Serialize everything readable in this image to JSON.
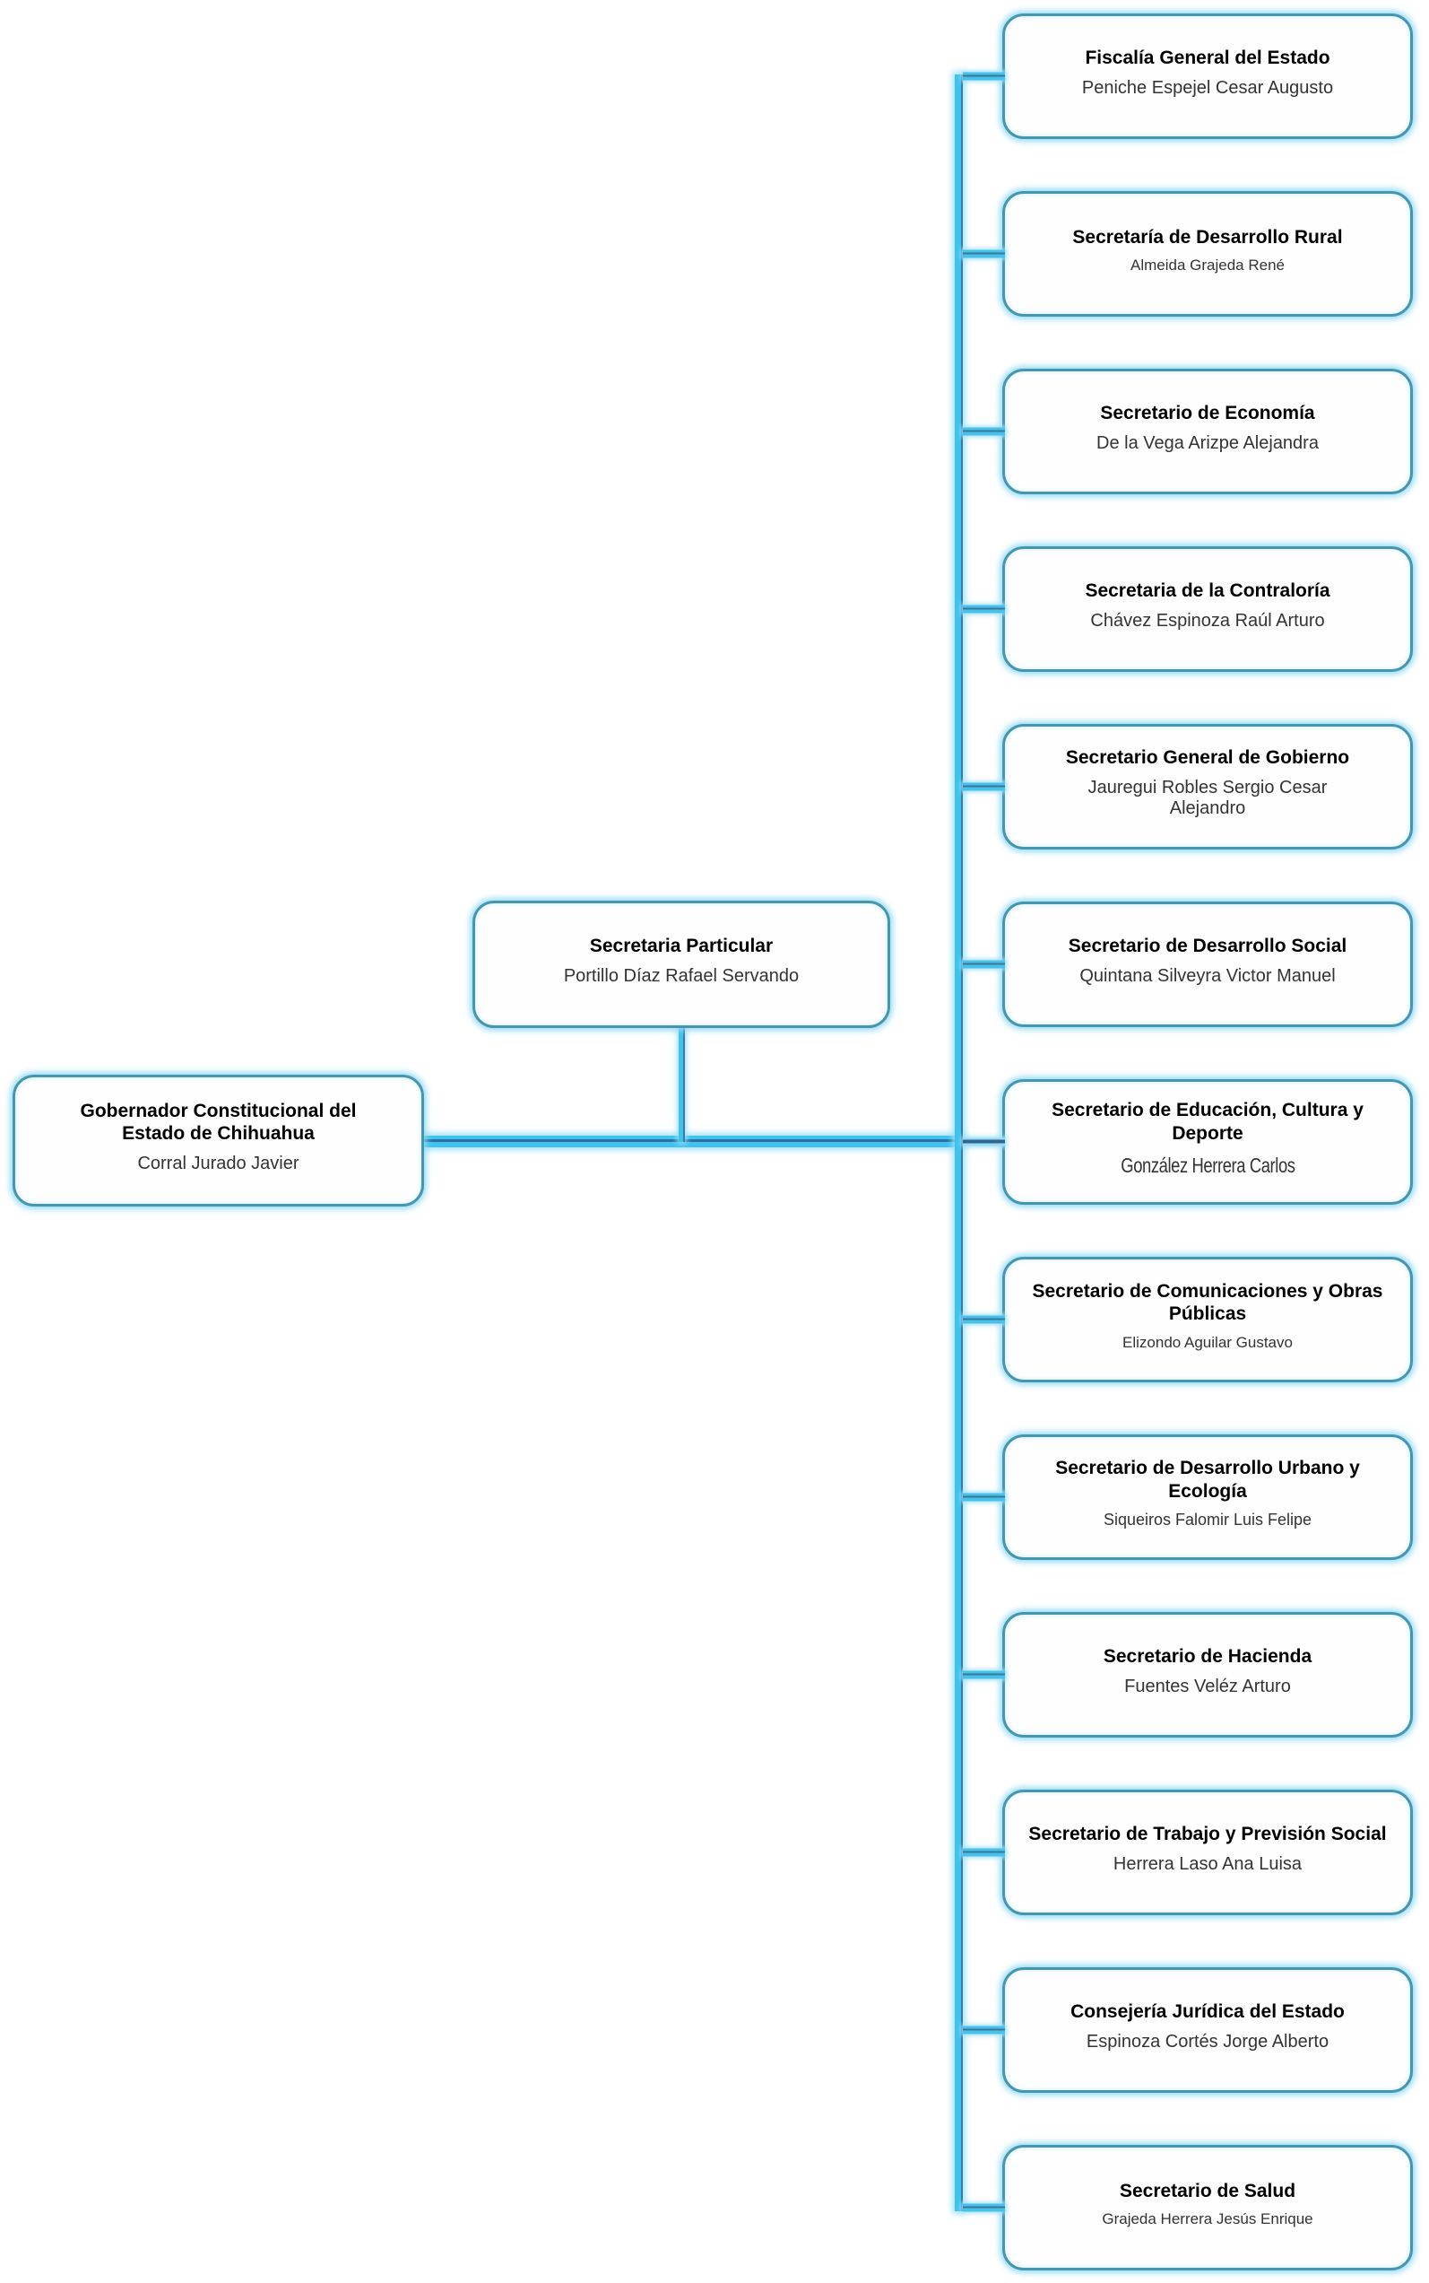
{
  "palette": {
    "box_border": "#4696B2",
    "box_fill": "#FEFEFE",
    "box_glow": "#8ED9F3",
    "line_cyan": "#3EC3F1",
    "line_dark_core": "#2F6F9D",
    "title_color": "#000000",
    "name_color": "#333333",
    "background": "#FFFFFF"
  },
  "org": {
    "governor": {
      "title": "Gobernador Constitucional del Estado de Chihuahua",
      "name": "Corral Jurado Javier"
    },
    "particular": {
      "title": "Secretaria Particular",
      "name": "Portillo Díaz Rafael Servando"
    },
    "secretaries": [
      {
        "title": "Fiscalía General del Estado",
        "name": "Peniche Espejel Cesar Augusto"
      },
      {
        "title": "Secretaría de Desarrollo Rural",
        "name": "Almeida Grajeda René"
      },
      {
        "title": "Secretario de Economía",
        "name": "De la Vega Arizpe Alejandra"
      },
      {
        "title": "Secretaria de la Contraloría",
        "name": "Chávez Espinoza Raúl Arturo"
      },
      {
        "title": "Secretario General de Gobierno",
        "name": "Jauregui Robles Sergio Cesar Alejandro"
      },
      {
        "title": "Secretario de Desarrollo Social",
        "name": "Quintana Silveyra Victor Manuel"
      },
      {
        "title": "Secretario de Educación, Cultura y Deporte",
        "name": "González Herrera Carlos"
      },
      {
        "title": "Secretario de Comunicaciones y Obras Públicas",
        "name": "Elizondo Aguilar Gustavo"
      },
      {
        "title": "Secretario de Desarrollo Urbano y Ecología",
        "name": "Siqueiros Falomir Luis Felipe"
      },
      {
        "title": "Secretario de Hacienda",
        "name": "Fuentes Veléz Arturo"
      },
      {
        "title": "Secretario de Trabajo y Previsión Social",
        "name": "Herrera Laso Ana Luisa"
      },
      {
        "title": "Consejería Jurídica del Estado",
        "name": "Espinoza Cortés Jorge Alberto"
      },
      {
        "title": "Secretario de Salud",
        "name": "Grajeda Herrera Jesús Enrique"
      }
    ]
  }
}
